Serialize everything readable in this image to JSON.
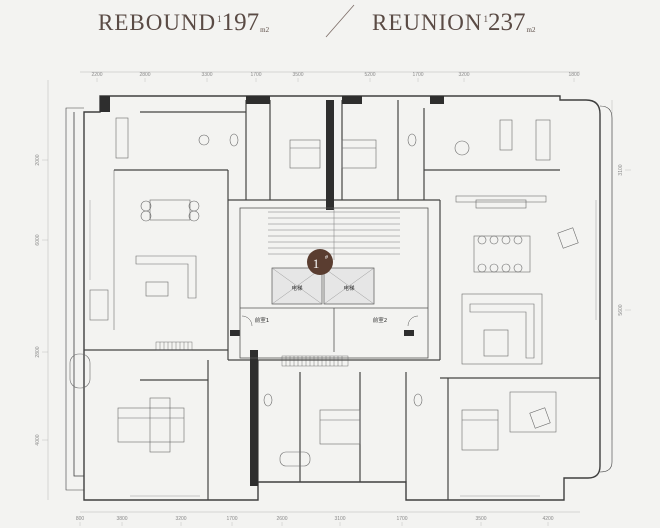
{
  "titles": {
    "left": {
      "word": "REBOUND",
      "sup": "1",
      "number": "197",
      "unit": "m2"
    },
    "right": {
      "word": "REUNION",
      "sup": "1",
      "number": "237",
      "unit": "m2"
    }
  },
  "dimensions": {
    "top": [
      "2200",
      "2800",
      "3300",
      "1700",
      "3500",
      "5200",
      "1700",
      "3200",
      "1800"
    ],
    "bottom": [
      "800",
      "3800",
      "3200",
      "1700",
      "2600",
      "3100",
      "1700",
      "3500",
      "4200"
    ],
    "left": [
      "2000",
      "6000",
      "2800",
      "4000"
    ],
    "right": [
      "3100",
      "5600"
    ]
  },
  "building": {
    "badge": "1",
    "badge_sup": "#"
  },
  "labels": {
    "elevator_1": "电梯",
    "elevator_2": "电梯",
    "lobby_1": "前室1",
    "lobby_2": "前室2"
  }
}
